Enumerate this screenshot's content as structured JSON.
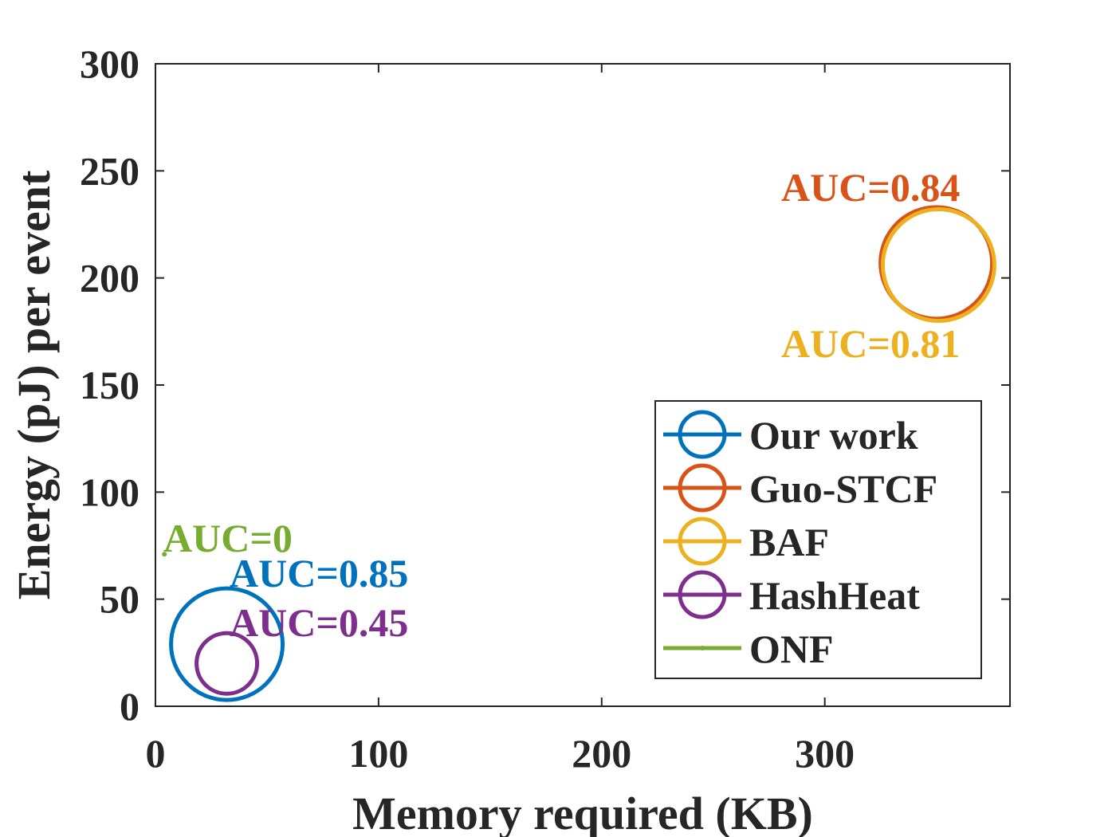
{
  "chart_data": {
    "type": "scatter",
    "xlabel": "Memory required (KB)",
    "ylabel": "Energy (pJ) per event",
    "xlim": [
      0,
      383
    ],
    "ylim": [
      0,
      300
    ],
    "xticks": [
      0,
      100,
      200,
      300
    ],
    "yticks": [
      0,
      50,
      100,
      150,
      200,
      250,
      300
    ],
    "grid": false,
    "legend_position": "bottom-right",
    "series": [
      {
        "name": "Our work",
        "x": 32,
        "y": 29,
        "color": "#0072BD",
        "marker": "circle",
        "size": "large",
        "annotation": "AUC=0.85"
      },
      {
        "name": "Guo-STCF",
        "x": 350,
        "y": 207,
        "color": "#D95319",
        "marker": "circle",
        "size": "large",
        "annotation": "AUC=0.84"
      },
      {
        "name": "BAF",
        "x": 351,
        "y": 206,
        "color": "#EDB120",
        "marker": "circle",
        "size": "large",
        "annotation": "AUC=0.81"
      },
      {
        "name": "HashHeat",
        "x": 32,
        "y": 20,
        "color": "#7E2F8E",
        "marker": "circle",
        "size": "medium",
        "annotation": "AUC=0.45"
      },
      {
        "name": "ONF",
        "x": 4,
        "y": 71,
        "color": "#77AC30",
        "marker": "dot",
        "size": "tiny",
        "annotation": "AUC=0"
      }
    ]
  }
}
